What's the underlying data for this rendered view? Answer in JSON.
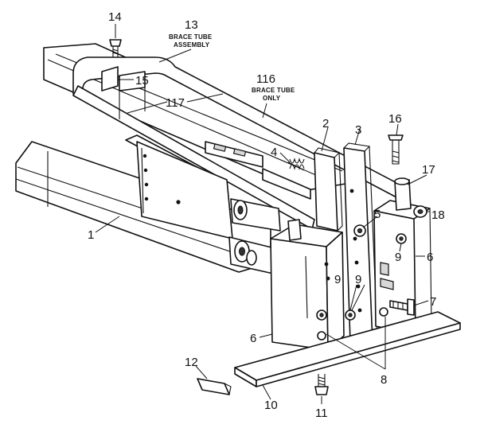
{
  "callouts": [
    {
      "id": "1",
      "text": "1"
    },
    {
      "id": "2",
      "text": "2"
    },
    {
      "id": "3",
      "text": "3"
    },
    {
      "id": "4",
      "text": "4"
    },
    {
      "id": "5",
      "text": "5"
    },
    {
      "id": "6a",
      "text": "6"
    },
    {
      "id": "6b",
      "text": "6"
    },
    {
      "id": "7",
      "text": "7"
    },
    {
      "id": "8",
      "text": "8"
    },
    {
      "id": "9a",
      "text": "9"
    },
    {
      "id": "9b",
      "text": "9"
    },
    {
      "id": "9c",
      "text": "9"
    },
    {
      "id": "10",
      "text": "10"
    },
    {
      "id": "11",
      "text": "11"
    },
    {
      "id": "12",
      "text": "12"
    },
    {
      "id": "13",
      "text": "13"
    },
    {
      "id": "14",
      "text": "14"
    },
    {
      "id": "15",
      "text": "15"
    },
    {
      "id": "16",
      "text": "16"
    },
    {
      "id": "17",
      "text": "17"
    },
    {
      "id": "18",
      "text": "18"
    },
    {
      "id": "116",
      "text": "116"
    },
    {
      "id": "117",
      "text": "117"
    }
  ],
  "captions": {
    "brace_tube_assembly_line1": "BRACE TUBE",
    "brace_tube_assembly_line2": "ASSEMBLY",
    "brace_tube_only_line1": "BRACE TUBE",
    "brace_tube_only_line2": "ONLY"
  }
}
